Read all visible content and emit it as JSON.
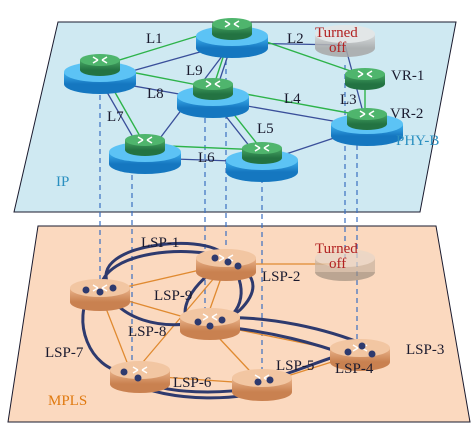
{
  "layers": {
    "ip": {
      "label": "IP",
      "phy_label": "PHY-B"
    },
    "mpls": {
      "label": "MPLS"
    }
  },
  "turned_off": {
    "line1": "Turned",
    "line2": "off"
  },
  "virtual_routers": [
    "VR-1",
    "VR-2"
  ],
  "ip_links": [
    "L1",
    "L2",
    "L3",
    "L4",
    "L5",
    "L6",
    "L7",
    "L8",
    "L9"
  ],
  "lsps": [
    "LSP-1",
    "LSP-2",
    "LSP-3",
    "LSP-4",
    "LSP-5",
    "LSP-6",
    "LSP-7",
    "LSP-8",
    "LSP-9"
  ],
  "colors": {
    "ip_plane": "#cfe9f2",
    "mpls_plane": "#fbd9bf",
    "ip_link": "#2db34a",
    "physical_link": "#3a4f9a",
    "mpls_link": "#e08a30",
    "lsp": "#2e3a6e",
    "router_green": "#2f8a4e",
    "router_base_blue": "#1e8fd6",
    "router_orange": "#e0a070",
    "turned_off": "#b22222"
  }
}
